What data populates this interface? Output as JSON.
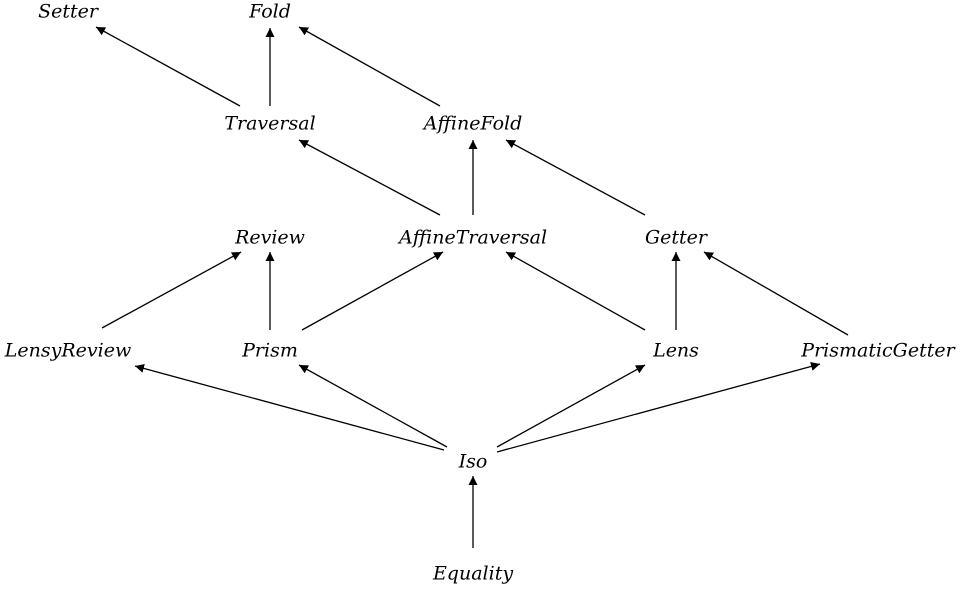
{
  "diagram": {
    "nodes": [
      {
        "id": "setter",
        "label": "Setter"
      },
      {
        "id": "fold",
        "label": "Fold"
      },
      {
        "id": "traversal",
        "label": "Traversal"
      },
      {
        "id": "affinefold",
        "label": "AffineFold"
      },
      {
        "id": "review",
        "label": "Review"
      },
      {
        "id": "affinetraversal",
        "label": "AffineTraversal"
      },
      {
        "id": "getter",
        "label": "Getter"
      },
      {
        "id": "lensyreview",
        "label": "LensyReview"
      },
      {
        "id": "prism",
        "label": "Prism"
      },
      {
        "id": "lens",
        "label": "Lens"
      },
      {
        "id": "prismaticgetter",
        "label": "PrismaticGetter"
      },
      {
        "id": "iso",
        "label": "Iso"
      },
      {
        "id": "equality",
        "label": "Equality"
      }
    ],
    "edges": [
      {
        "from": "traversal",
        "to": "setter"
      },
      {
        "from": "traversal",
        "to": "fold"
      },
      {
        "from": "affinefold",
        "to": "fold"
      },
      {
        "from": "affinetraversal",
        "to": "traversal"
      },
      {
        "from": "affinetraversal",
        "to": "affinefold"
      },
      {
        "from": "getter",
        "to": "affinefold"
      },
      {
        "from": "lensyreview",
        "to": "review"
      },
      {
        "from": "prism",
        "to": "review"
      },
      {
        "from": "prism",
        "to": "affinetraversal"
      },
      {
        "from": "lens",
        "to": "affinetraversal"
      },
      {
        "from": "lens",
        "to": "getter"
      },
      {
        "from": "prismaticgetter",
        "to": "getter"
      },
      {
        "from": "iso",
        "to": "lensyreview"
      },
      {
        "from": "iso",
        "to": "prism"
      },
      {
        "from": "iso",
        "to": "lens"
      },
      {
        "from": "iso",
        "to": "prismaticgetter"
      },
      {
        "from": "equality",
        "to": "iso"
      }
    ],
    "line_color": "#000000",
    "text_color": "#000000"
  }
}
